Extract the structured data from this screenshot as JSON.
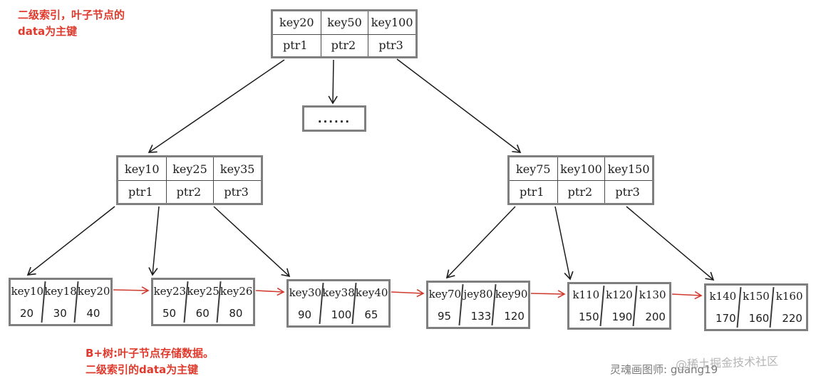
{
  "annotations": {
    "top_left": "二级索引，叶子节点的\ndata为主键",
    "bottom": "B+树:叶子节点存储数据。\n二级索引的data为主键",
    "credit": "灵魂画图师: guang19",
    "watermark": "@稀土掘金技术社区"
  },
  "colors": {
    "annotation_red": "#df3a2c",
    "leaf_link_red": "#cf3a2e",
    "box_border_gray": "#7f7f7f",
    "edge_black": "#1c1c1c",
    "credit_gray": "#7b7b7b",
    "watermark_gray": "#b5b5b5"
  },
  "nodes": {
    "root": {
      "keys": [
        "key20",
        "key50",
        "key100"
      ],
      "pointers": [
        "ptr1",
        "ptr2",
        "ptr3"
      ]
    },
    "ellipsis": {
      "label": "......"
    },
    "internal_left": {
      "keys": [
        "key10",
        "key25",
        "key35"
      ],
      "pointers": [
        "ptr1",
        "ptr2",
        "ptr3"
      ]
    },
    "internal_right": {
      "keys": [
        "key75",
        "key100",
        "key150"
      ],
      "pointers": [
        "ptr1",
        "ptr2",
        "ptr3"
      ]
    },
    "leaves": [
      {
        "keys": [
          "key10",
          "key18",
          "key20"
        ],
        "data": [
          "20",
          "30",
          "40"
        ]
      },
      {
        "keys": [
          "key23",
          "key25",
          "key26"
        ],
        "data": [
          "50",
          "60",
          "80"
        ]
      },
      {
        "keys": [
          "key30",
          "key38",
          "key40"
        ],
        "data": [
          "90",
          "100",
          "65"
        ]
      },
      {
        "keys": [
          "key70",
          "jey80",
          "key90"
        ],
        "data": [
          "95",
          "133",
          "120"
        ]
      },
      {
        "keys": [
          "k110",
          "k120",
          "k130"
        ],
        "data": [
          "150",
          "190",
          "200"
        ]
      },
      {
        "keys": [
          "k140",
          "k150",
          "k160"
        ],
        "data": [
          "170",
          "160",
          "220"
        ]
      }
    ]
  }
}
